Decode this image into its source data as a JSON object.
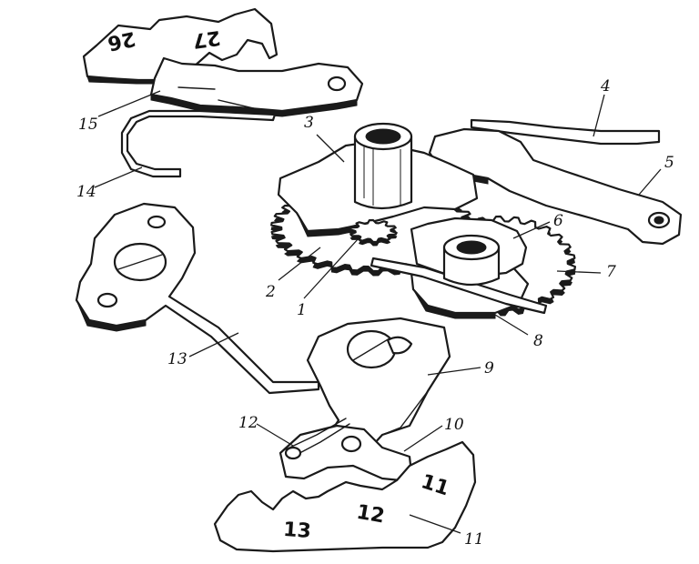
{
  "figure": {
    "callouts": [
      "1",
      "2",
      "3",
      "4",
      "5",
      "6",
      "7",
      "8",
      "9",
      "10",
      "11",
      "12",
      "13",
      "14",
      "15"
    ],
    "upper_dial_numbers": [
      "26",
      "27"
    ],
    "lower_dial_numbers": [
      "11",
      "12",
      "13"
    ]
  }
}
